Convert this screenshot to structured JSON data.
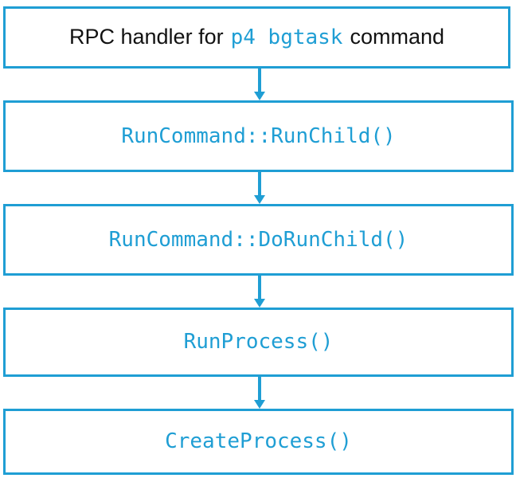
{
  "diagram": {
    "type": "flowchart",
    "orientation": "vertical-top-down",
    "accent_color": "#1f9ed4",
    "text_color": "#121212",
    "background": "#ffffff",
    "nodes": [
      {
        "id": "rpc-handler",
        "style": "mixed",
        "text": "RPC handler for p4 bgtask command",
        "segments": [
          {
            "text": "RPC handler for ",
            "kind": "plain"
          },
          {
            "text": "p4 bgtask",
            "kind": "code"
          },
          {
            "text": " command",
            "kind": "plain"
          }
        ],
        "prefix_label": "RPC handler for",
        "code_label": "p4 bgtask",
        "suffix_label": "command"
      },
      {
        "id": "run-command-run-child",
        "style": "code",
        "text": "RunCommand::RunChild()"
      },
      {
        "id": "run-command-do-run-child",
        "style": "code",
        "text": "RunCommand::DoRunChild()"
      },
      {
        "id": "run-process",
        "style": "code",
        "text": "RunProcess()"
      },
      {
        "id": "create-process",
        "style": "code",
        "text": "CreateProcess()"
      }
    ],
    "edges": [
      {
        "from": "rpc-handler",
        "to": "run-command-run-child",
        "arrow": "down"
      },
      {
        "from": "run-command-run-child",
        "to": "run-command-do-run-child",
        "arrow": "down"
      },
      {
        "from": "run-command-do-run-child",
        "to": "run-process",
        "arrow": "down"
      },
      {
        "from": "run-process",
        "to": "create-process",
        "arrow": "down"
      }
    ]
  }
}
